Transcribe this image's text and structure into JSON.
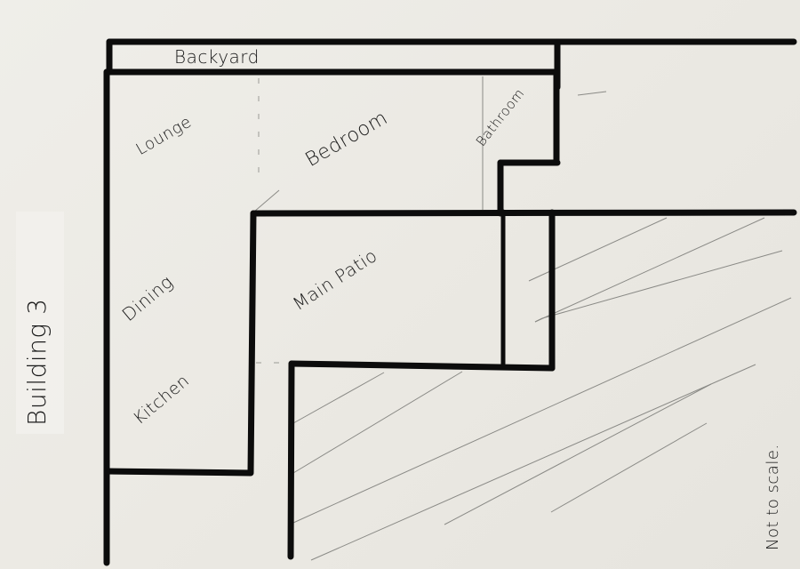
{
  "diagram": {
    "type": "floor-plan-sketch",
    "medium": "hand-drawn marker on paper",
    "title": "Building 3",
    "note": "Not to scale.",
    "colors": {
      "paper": "#ecebe6",
      "ink": "#0c0c0c",
      "pencil_hatch": "#8a8a86"
    },
    "rooms": [
      {
        "id": "backyard",
        "label": "Backyard"
      },
      {
        "id": "lounge",
        "label": "Lounge"
      },
      {
        "id": "bedroom",
        "label": "Bedroom"
      },
      {
        "id": "bathroom",
        "label": "Bathroom"
      },
      {
        "id": "dining",
        "label": "Dining"
      },
      {
        "id": "kitchen",
        "label": "Kitchen"
      },
      {
        "id": "main-patio",
        "label": "Main Patio"
      }
    ],
    "hatched_area": {
      "description": "Diagonal pencil hatching outside building (lower right)"
    }
  }
}
